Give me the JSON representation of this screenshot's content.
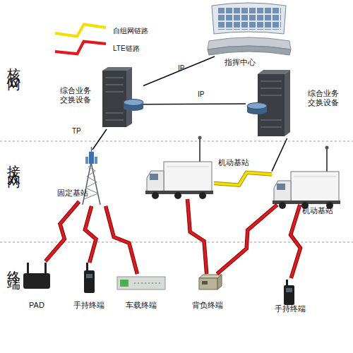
{
  "diagram": {
    "nodes": [
      {
        "text": [
          "指挥中心"
        ]
      },
      {
        "text": [
          "综合业务 交换设备"
        ]
      },
      {
        "text": [
          "综合业务 交换设备"
        ]
      },
      {
        "text": [
          "固定基站"
        ]
      },
      {
        "text": [
          "机动基站"
        ]
      },
      {
        "text": [
          "机动基站"
        ]
      },
      {
        "text": [
          "PAD"
        ]
      },
      {
        "text": [
          "手持终端"
        ]
      },
      {
        "text": [
          "车载终端"
        ]
      },
      {
        "text": [
          "背负终端"
        ]
      },
      {
        "text": [
          "手持终端"
        ]
      }
    ],
    "edges": [
      {
        "from": 1,
        "to": 0,
        "label": "IP",
        "arrow": "none"
      },
      {
        "from": 1,
        "to": 2,
        "label": "IP",
        "arrow": "none"
      },
      {
        "from": 1,
        "to": 3,
        "label": "TP",
        "arrow": "none"
      },
      {
        "from": 2,
        "to": 5,
        "arrow": "none"
      },
      {
        "from": 4,
        "to": 5,
        "arrow": "none"
      },
      {
        "from": 3,
        "to": 6,
        "arrow": "none"
      },
      {
        "from": 3,
        "to": 7,
        "arrow": "none"
      },
      {
        "from": 3,
        "to": 8,
        "arrow": "none"
      },
      {
        "from": 4,
        "to": 9,
        "arrow": "none"
      },
      {
        "from": 5,
        "to": 9,
        "arrow": "none"
      },
      {
        "from": 5,
        "to": 10,
        "arrow": "none"
      }
    ],
    "labels": [
      "核心网",
      "接入网",
      "终端"
    ],
    "legend": [
      {
        "text": "自组网链路"
      },
      {
        "text": "LTE链路"
      }
    ]
  }
}
